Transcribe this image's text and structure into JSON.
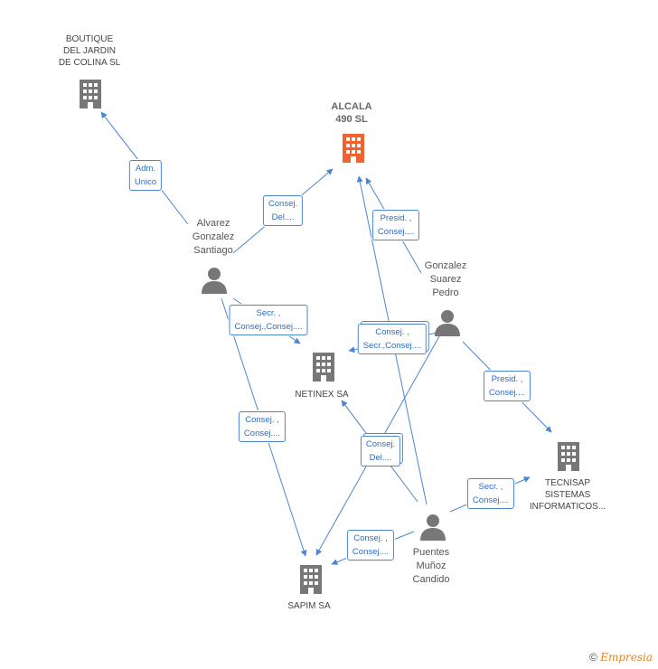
{
  "nodes": {
    "boutique": {
      "label": "BOUTIQUE\nDEL JARDIN\nDE COLINA SL",
      "type": "company"
    },
    "alcala": {
      "label": "ALCALA\n490 SL",
      "type": "focus-company"
    },
    "netinex": {
      "label": "NETINEX SA",
      "type": "company"
    },
    "tecnisap": {
      "label": "TECNISAP\nSISTEMAS\nINFORMATICOS...",
      "type": "company"
    },
    "sapim": {
      "label": "SAPIM SA",
      "type": "company"
    },
    "alvarez": {
      "label": "Alvarez\nGonzalez\nSantiago",
      "type": "person"
    },
    "gonzalez": {
      "label": "Gonzalez\nSuarez\nPedro",
      "type": "person"
    },
    "puentes": {
      "label": "Puentes\nMuñoz\nCandido",
      "type": "person"
    }
  },
  "edge_labels": {
    "adm_unico": "Adm.\nUnico",
    "alvarez_alcala": "Consej.\nDel....",
    "gonzalez_alcala": "Presid. ,\nConsej....",
    "alvarez_netinex": "Secr. ,\nConsej.,Consej....",
    "gonzalez_netinex": "Consej. ,\nSecr.,Consej....",
    "alvarez_sapim": "Consej. ,\nConsej....",
    "puentes_netinex": "Consej.\nDel....",
    "gonzalez_tecnisap": "Presid. ,\nConsej....",
    "puentes_tecnisap": "Secr. ,\nConsej....",
    "puentes_sapim": "Consej. ,\nConsej...."
  },
  "colors": {
    "edge": "#4a86d4",
    "company_icon": "#777777",
    "focus_icon": "#f0622f",
    "person_icon": "#777777"
  },
  "footer": {
    "copyright": "©",
    "brand": "Empresia"
  }
}
